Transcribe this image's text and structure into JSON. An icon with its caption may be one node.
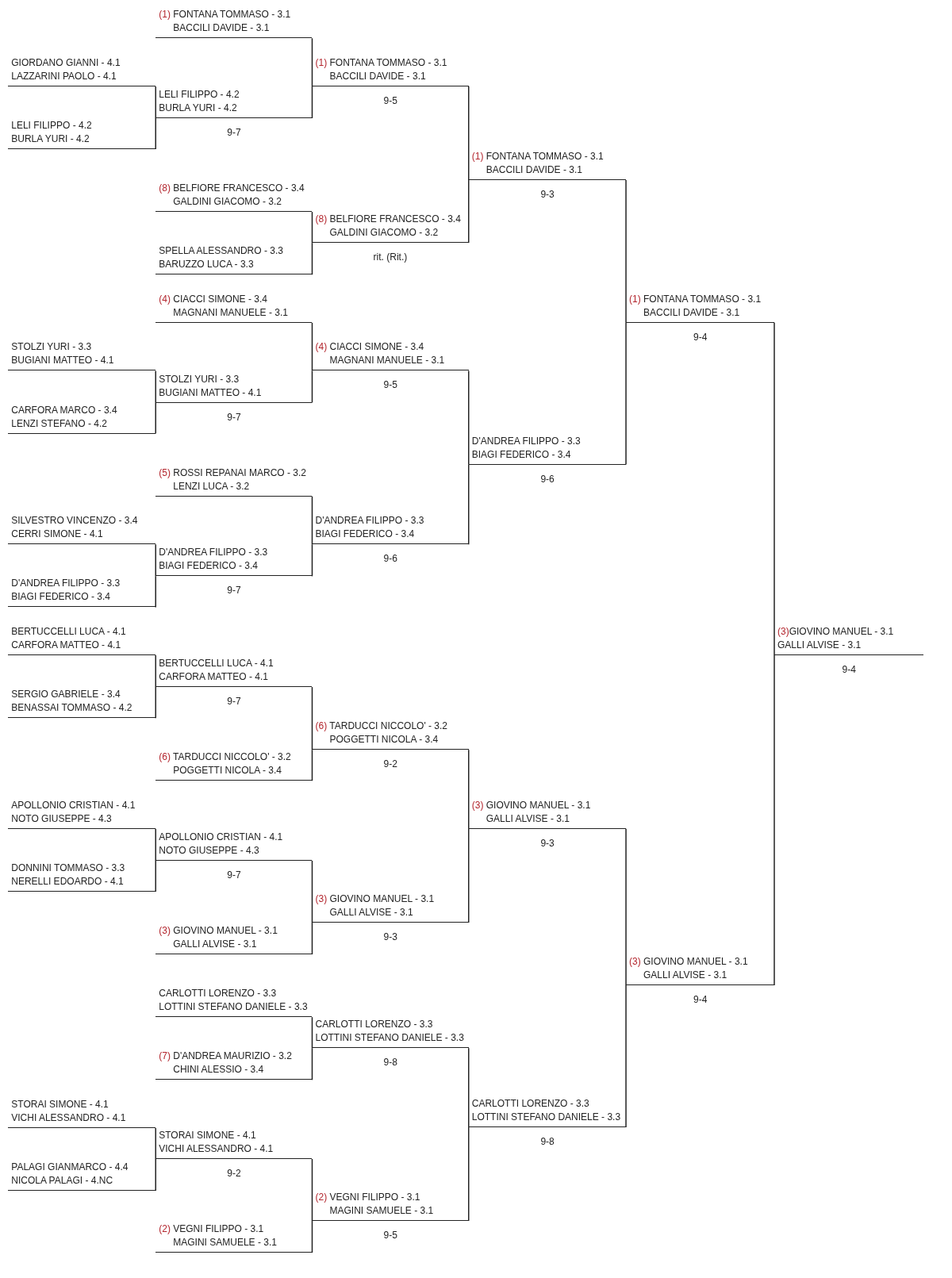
{
  "diagram": {
    "nodes": [
      {
        "text": [
          "GIORDANO GIANNI - 4.1",
          "LAZZARINI PAOLO - 4.1"
        ]
      },
      {
        "text": [
          "LELI FILIPPO - 4.2",
          "BURLA YURI - 4.2"
        ]
      },
      {
        "text": [
          "STOLZI YURI - 3.3",
          "BUGIANI MATTEO - 4.1"
        ]
      },
      {
        "text": [
          "CARFORA MARCO - 3.4",
          "LENZI STEFANO - 4.2"
        ]
      },
      {
        "text": [
          "SILVESTRO VINCENZO - 3.4",
          "CERRI SIMONE - 4.1"
        ]
      },
      {
        "text": [
          "D'ANDREA FILIPPO - 3.3",
          "BIAGI FEDERICO - 3.4"
        ]
      },
      {
        "text": [
          "BERTUCCELLI LUCA - 4.1",
          "CARFORA MATTEO - 4.1"
        ]
      },
      {
        "text": [
          "SERGIO GABRIELE - 3.4",
          "BENASSAI TOMMASO - 4.2"
        ]
      },
      {
        "text": [
          "APOLLONIO CRISTIAN - 4.1",
          "NOTO GIUSEPPE - 4.3"
        ]
      },
      {
        "text": [
          "DONNINI TOMMASO - 3.3",
          "NERELLI EDOARDO - 4.1"
        ]
      },
      {
        "text": [
          "STORAI SIMONE - 4.1",
          "VICHI ALESSANDRO - 4.1"
        ]
      },
      {
        "text": [
          "PALAGI GIANMARCO - 4.4",
          "NICOLA PALAGI - 4.NC"
        ]
      },
      {
        "text": [
          "(1) FONTANA TOMMASO - 3.1",
          "BACCILI DAVIDE - 3.1"
        ]
      },
      {
        "text": [
          "LELI FILIPPO - 4.2",
          "BURLA YURI - 4.2"
        ],
        "beside": [
          "9-7"
        ]
      },
      {
        "text": [
          "(8) BELFIORE FRANCESCO - 3.4",
          "GALDINI GIACOMO - 3.2"
        ]
      },
      {
        "text": [
          "SPELLA ALESSANDRO - 3.3",
          "BARUZZO LUCA - 3.3"
        ]
      },
      {
        "text": [
          "(4) CIACCI SIMONE - 3.4",
          "MAGNANI MANUELE - 3.1"
        ]
      },
      {
        "text": [
          "STOLZI YURI - 3.3",
          "BUGIANI MATTEO - 4.1"
        ],
        "beside": [
          "9-7"
        ]
      },
      {
        "text": [
          "(5) ROSSI REPANAI MARCO - 3.2",
          "LENZI LUCA - 3.2"
        ]
      },
      {
        "text": [
          "D'ANDREA FILIPPO - 3.3",
          "BIAGI FEDERICO - 3.4"
        ],
        "beside": [
          "9-7"
        ]
      },
      {
        "text": [
          "BERTUCCELLI LUCA - 4.1",
          "CARFORA MATTEO - 4.1"
        ],
        "beside": [
          "9-7"
        ]
      },
      {
        "text": [
          "(6) TARDUCCI NICCOLO' - 3.2",
          "POGGETTI NICOLA - 3.4"
        ]
      },
      {
        "text": [
          "APOLLONIO CRISTIAN - 4.1",
          "NOTO GIUSEPPE - 4.3"
        ],
        "beside": [
          "9-7"
        ]
      },
      {
        "text": [
          "(3) GIOVINO MANUEL - 3.1",
          "GALLI ALVISE - 3.1"
        ]
      },
      {
        "text": [
          "CARLOTTI LORENZO - 3.3",
          "LOTTINI STEFANO DANIELE - 3.3"
        ]
      },
      {
        "text": [
          "(7) D'ANDREA MAURIZIO - 3.2",
          "CHINI ALESSIO - 3.4"
        ]
      },
      {
        "text": [
          "STORAI SIMONE - 4.1",
          "VICHI ALESSANDRO - 4.1"
        ],
        "beside": [
          "9-2"
        ]
      },
      {
        "text": [
          "(2) VEGNI FILIPPO - 3.1",
          "MAGINI SAMUELE - 3.1"
        ]
      },
      {
        "text": [
          "(1) FONTANA TOMMASO - 3.1",
          "BACCILI DAVIDE - 3.1"
        ],
        "beside": [
          "9-5"
        ]
      },
      {
        "text": [
          "(8) BELFIORE FRANCESCO - 3.4",
          "GALDINI GIACOMO - 3.2"
        ],
        "beside": [
          "rit. (Rit.)"
        ]
      },
      {
        "text": [
          "(4) CIACCI SIMONE - 3.4",
          "MAGNANI MANUELE - 3.1"
        ],
        "beside": [
          "9-5"
        ]
      },
      {
        "text": [
          "D'ANDREA FILIPPO - 3.3",
          "BIAGI FEDERICO - 3.4"
        ],
        "beside": [
          "9-6"
        ]
      },
      {
        "text": [
          "(6) TARDUCCI NICCOLO' - 3.2",
          "POGGETTI NICOLA - 3.4"
        ],
        "beside": [
          "9-2"
        ]
      },
      {
        "text": [
          "(3) GIOVINO MANUEL - 3.1",
          "GALLI ALVISE - 3.1"
        ],
        "beside": [
          "9-3"
        ]
      },
      {
        "text": [
          "CARLOTTI LORENZO - 3.3",
          "LOTTINI STEFANO DANIELE - 3.3"
        ],
        "beside": [
          "9-8"
        ]
      },
      {
        "text": [
          "(2) VEGNI FILIPPO - 3.1",
          "MAGINI SAMUELE - 3.1"
        ],
        "beside": [
          "9-5"
        ]
      },
      {
        "text": [
          "(1) FONTANA TOMMASO - 3.1",
          "BACCILI DAVIDE - 3.1"
        ],
        "beside": [
          "9-3"
        ]
      },
      {
        "text": [
          "D'ANDREA FILIPPO - 3.3",
          "BIAGI FEDERICO - 3.4"
        ],
        "beside": [
          "9-6"
        ]
      },
      {
        "text": [
          "(3) GIOVINO MANUEL - 3.1",
          "GALLI ALVISE - 3.1"
        ],
        "beside": [
          "9-3"
        ]
      },
      {
        "text": [
          "CARLOTTI LORENZO - 3.3",
          "LOTTINI STEFANO DANIELE - 3.3"
        ],
        "beside": [
          "9-8"
        ]
      },
      {
        "text": [
          "(1) FONTANA TOMMASO - 3.1",
          "BACCILI DAVIDE - 3.1"
        ],
        "beside": [
          "9-4"
        ]
      },
      {
        "text": [
          "(3) GIOVINO MANUEL - 3.1",
          "GALLI ALVISE - 3.1"
        ],
        "beside": [
          "9-4"
        ]
      },
      {
        "text": [
          "(3)GIOVINO MANUEL - 3.1",
          "GALLI ALVISE - 3.1"
        ],
        "beside": [
          "9-4"
        ]
      }
    ],
    "edges": [
      {
        "from": 0,
        "to": 13,
        "arrow": "none"
      },
      {
        "from": 1,
        "to": 13,
        "arrow": "none"
      },
      {
        "from": 2,
        "to": 17,
        "arrow": "none"
      },
      {
        "from": 3,
        "to": 17,
        "arrow": "none"
      },
      {
        "from": 4,
        "to": 19,
        "arrow": "none"
      },
      {
        "from": 5,
        "to": 19,
        "arrow": "none"
      },
      {
        "from": 6,
        "to": 20,
        "arrow": "none"
      },
      {
        "from": 7,
        "to": 20,
        "arrow": "none"
      },
      {
        "from": 8,
        "to": 22,
        "arrow": "none"
      },
      {
        "from": 9,
        "to": 22,
        "arrow": "none"
      },
      {
        "from": 10,
        "to": 26,
        "arrow": "none"
      },
      {
        "from": 11,
        "to": 26,
        "arrow": "none"
      },
      {
        "from": 12,
        "to": 28,
        "arrow": "none"
      },
      {
        "from": 13,
        "to": 28,
        "arrow": "none"
      },
      {
        "from": 14,
        "to": 29,
        "arrow": "none"
      },
      {
        "from": 15,
        "to": 29,
        "arrow": "none"
      },
      {
        "from": 16,
        "to": 30,
        "arrow": "none"
      },
      {
        "from": 17,
        "to": 30,
        "arrow": "none"
      },
      {
        "from": 18,
        "to": 31,
        "arrow": "none"
      },
      {
        "from": 19,
        "to": 31,
        "arrow": "none"
      },
      {
        "from": 20,
        "to": 32,
        "arrow": "none"
      },
      {
        "from": 21,
        "to": 32,
        "arrow": "none"
      },
      {
        "from": 22,
        "to": 33,
        "arrow": "none"
      },
      {
        "from": 23,
        "to": 33,
        "arrow": "none"
      },
      {
        "from": 24,
        "to": 34,
        "arrow": "none"
      },
      {
        "from": 25,
        "to": 34,
        "arrow": "none"
      },
      {
        "from": 26,
        "to": 35,
        "arrow": "none"
      },
      {
        "from": 27,
        "to": 35,
        "arrow": "none"
      },
      {
        "from": 28,
        "to": 36,
        "arrow": "none"
      },
      {
        "from": 29,
        "to": 36,
        "arrow": "none"
      },
      {
        "from": 30,
        "to": 37,
        "arrow": "none"
      },
      {
        "from": 31,
        "to": 37,
        "arrow": "none"
      },
      {
        "from": 32,
        "to": 38,
        "arrow": "none"
      },
      {
        "from": 33,
        "to": 38,
        "arrow": "none"
      },
      {
        "from": 34,
        "to": 39,
        "arrow": "none"
      },
      {
        "from": 35,
        "to": 39,
        "arrow": "none"
      },
      {
        "from": 36,
        "to": 40,
        "arrow": "none"
      },
      {
        "from": 37,
        "to": 40,
        "arrow": "none"
      },
      {
        "from": 38,
        "to": 41,
        "arrow": "none"
      },
      {
        "from": 39,
        "to": 41,
        "arrow": "none"
      },
      {
        "from": 40,
        "to": 42,
        "arrow": "none"
      },
      {
        "from": 41,
        "to": 42,
        "arrow": "none"
      }
    ]
  }
}
